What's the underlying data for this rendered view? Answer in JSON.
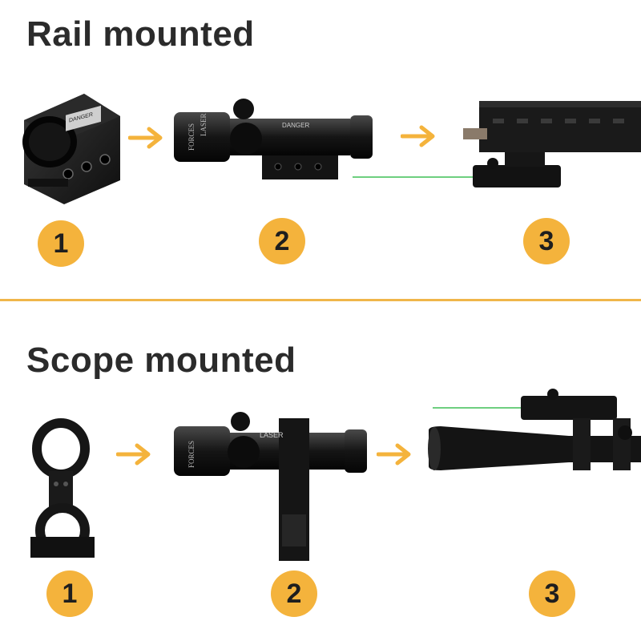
{
  "sections": [
    {
      "title": "Rail mounted",
      "steps": [
        {
          "number": "1",
          "icon": "rail-mount-bracket-icon"
        },
        {
          "number": "2",
          "icon": "laser-sight-on-rail-mount-icon"
        },
        {
          "number": "3",
          "icon": "rifle-handguard-with-laser-icon"
        }
      ]
    },
    {
      "title": "Scope mounted",
      "steps": [
        {
          "number": "1",
          "icon": "scope-ring-mount-icon"
        },
        {
          "number": "2",
          "icon": "laser-sight-with-ring-mount-icon"
        },
        {
          "number": "3",
          "icon": "scope-with-laser-icon"
        }
      ]
    }
  ],
  "product_labels": {
    "warning": "DANGER",
    "side": "LASER",
    "maker": "FORCES"
  },
  "colors": {
    "accent": "#f4b33c",
    "divider": "#f0b64a",
    "metal": "#1c1c1c",
    "laser": "#3fbf55",
    "heading": "#2b2b2b"
  }
}
